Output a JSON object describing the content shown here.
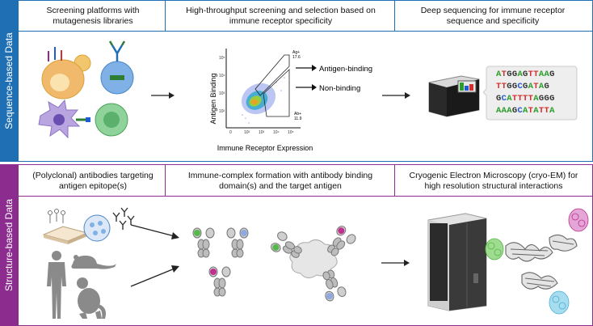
{
  "sequence_section": {
    "label": "Sequence-based Data",
    "color": "#1f6fb5",
    "headers": [
      "Screening platforms with mutagenesis libraries",
      "High-throughput screening and selection based on immune receptor specificity",
      "Deep sequencing for immune receptor sequence and specificity"
    ],
    "facs": {
      "y_axis": "Antigen Binding",
      "x_axis": "Immune Receptor Expression",
      "gate_high_label": "Ag+",
      "gate_high_value": "17.6",
      "gate_low_label": "Ab+",
      "gate_low_value": "11.9",
      "arrow_high": "Antigen-binding",
      "arrow_low": "Non-binding",
      "x_ticks": [
        "0",
        "10²",
        "10³",
        "10⁴",
        "10⁵"
      ],
      "y_ticks": [
        "10²",
        "10³",
        "10⁴",
        "10⁵"
      ]
    },
    "sequences": [
      "ATGGAGTTAAG",
      "TTGGCGATAG",
      "GCATTTTAGGG",
      "AAAGCATATTA"
    ]
  },
  "structure_section": {
    "label": "Structure-based Data",
    "color": "#8b2c8e",
    "headers": [
      "(Polyclonal) antibodies targeting antigen epitope(s)",
      "Immune-complex formation with antibody binding domain(s) and the target antigen",
      "Cryogenic Electron Microscopy (cryo-EM) for high resolution structural interactions"
    ]
  },
  "colors": {
    "nuc_A": "#2a9d2a",
    "nuc_T": "#d32f2f",
    "nuc_G": "#333333",
    "nuc_C": "#1e5bd6",
    "green_fab": "#55b84a",
    "blue_fab": "#8fa8e0",
    "magenta_fab": "#c0308f"
  }
}
